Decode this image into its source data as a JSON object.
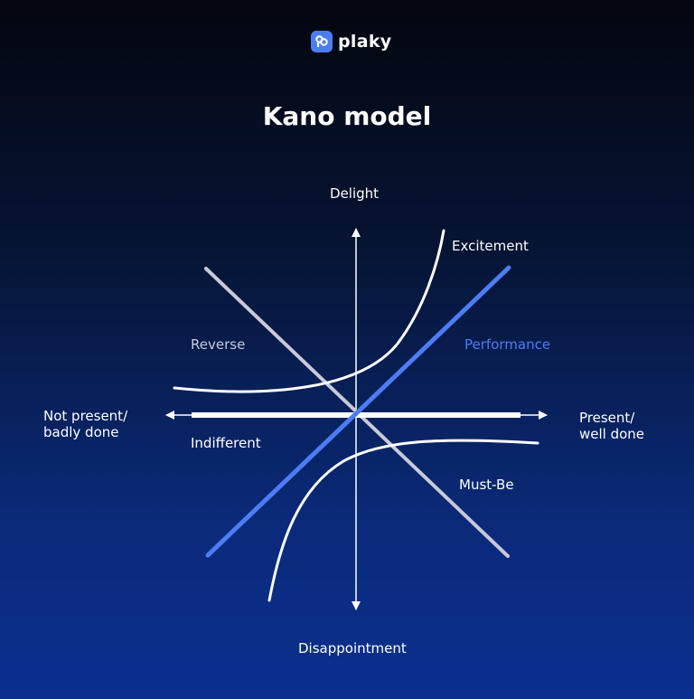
{
  "brand": {
    "name": "plaky",
    "accent": "#4d7df5"
  },
  "title": "Kano model",
  "axes": {
    "top": "Delight",
    "bottom": "Disappointment",
    "left": "Not present/\nbadly done",
    "right": "Present/\nwell done"
  },
  "curves": {
    "excitement": "Excitement",
    "performance": "Performance",
    "reverse": "Reverse",
    "indifferent": "Indifferent",
    "must_be": "Must-Be"
  },
  "colors": {
    "performance": "#4d7df5",
    "reverse": "#c9c9d8",
    "curves": "#ffffff"
  }
}
